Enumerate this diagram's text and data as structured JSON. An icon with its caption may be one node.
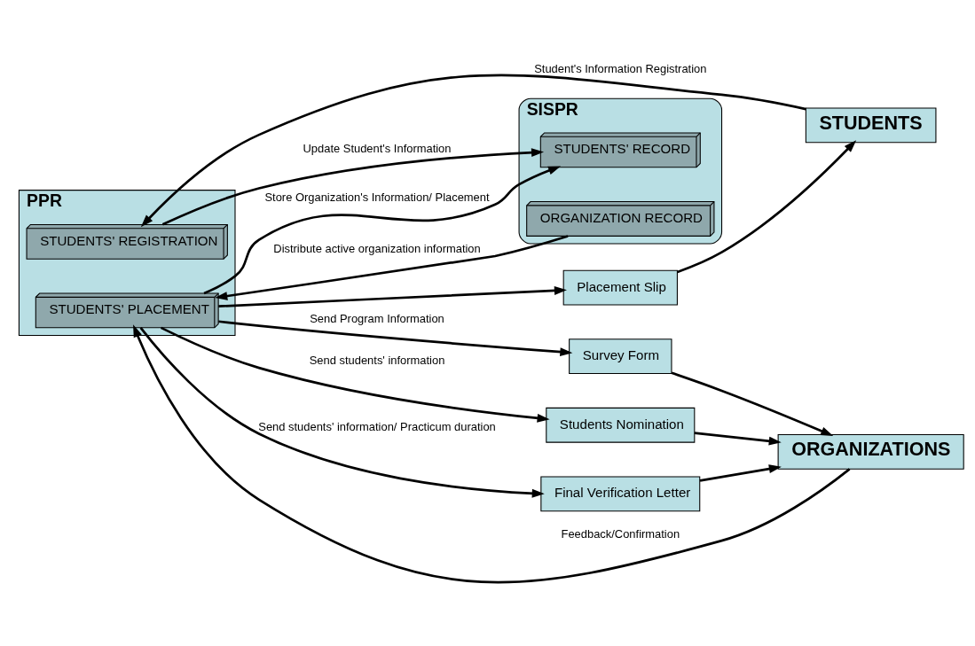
{
  "diagram": {
    "nodes": [
      {
        "text": [
          "STUDENTS"
        ]
      },
      {
        "text": [
          "Placement Slip"
        ]
      },
      {
        "text": [
          "PPR"
        ]
      },
      {
        "text": [
          "STUDENTS' REGISTRATION"
        ],
        "in": 2
      },
      {
        "text": [
          "STUDENTS' PLACEMENT"
        ],
        "in": 2
      },
      {
        "text": [
          "Survey Form"
        ]
      },
      {
        "text": [
          "ORGANIZATIONS"
        ]
      },
      {
        "text": [
          "Students Nomination"
        ]
      },
      {
        "text": [
          "Final Verification Letter"
        ]
      },
      {
        "text": [
          "SISPR"
        ]
      },
      {
        "text": [
          "STUDENTS' RECORD"
        ],
        "in": 9
      },
      {
        "text": [
          "ORGANIZATION RECORD"
        ],
        "in": 9
      }
    ],
    "edges": [
      {
        "from": 1,
        "to": 0,
        "arrow": "to"
      },
      {
        "from": 0,
        "to": 3,
        "arrow": "to",
        "label": "Student's Information Registration"
      },
      {
        "from": 4,
        "to": 1,
        "arrow": "to"
      },
      {
        "from": 4,
        "to": 5,
        "arrow": "to",
        "label": "Send Program Information"
      },
      {
        "from": 5,
        "to": 6,
        "arrow": "to"
      },
      {
        "from": 6,
        "to": 4,
        "arrow": "to",
        "label": "Feedback/Confirmation"
      },
      {
        "from": 4,
        "to": 7,
        "arrow": "to",
        "label": "Send students' information"
      },
      {
        "from": 7,
        "to": 6,
        "arrow": "to"
      },
      {
        "from": 4,
        "to": 8,
        "arrow": "to",
        "label": "Send students' information/ Practicum duration"
      },
      {
        "from": 8,
        "to": 6,
        "arrow": "to"
      },
      {
        "from": 4,
        "to": 10,
        "arrow": "to",
        "label": "Store Organization's Information/ Placement"
      },
      {
        "from": 3,
        "to": 10,
        "arrow": "to",
        "label": "Update Student's Information"
      },
      {
        "from": 11,
        "to": 4,
        "arrow": "to",
        "label": "Distribute active organization information"
      }
    ]
  }
}
